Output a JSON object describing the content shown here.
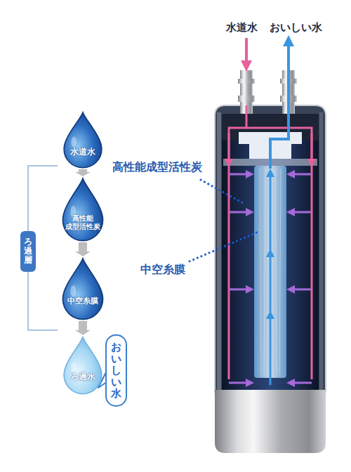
{
  "diagram": {
    "nodes": [
      {
        "text": [
          "水道水"
        ]
      },
      {
        "text": [
          "高性能 成型活性炭"
        ]
      },
      {
        "text": [
          "中空糸膜"
        ]
      },
      {
        "text": [
          "ろ過水"
        ]
      },
      {
        "text": [
          "おいしい水"
        ]
      },
      {
        "text": [
          "ろ過層"
        ]
      }
    ],
    "edges": [
      {
        "from": 0,
        "to": 1,
        "arrow": "to"
      },
      {
        "from": 1,
        "to": 2,
        "arrow": "to"
      },
      {
        "from": 2,
        "to": 3,
        "arrow": "to"
      }
    ],
    "labels": [
      "水道水",
      "おいしい水",
      "高性能成型活性炭",
      "中空糸膜"
    ]
  }
}
